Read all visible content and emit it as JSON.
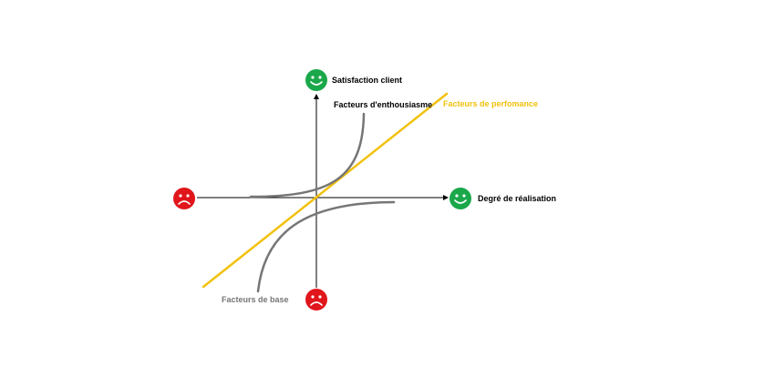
{
  "axes": {
    "y_label": "Satisfaction client",
    "x_label": "Degré de réalisation"
  },
  "curves": {
    "enthusiasm_label": "Facteurs d'enthousiasme",
    "performance_label": "Facteurs de perfomance",
    "basic_label": "Facteurs de base"
  },
  "icons": {
    "top": "smiley-happy-icon",
    "right": "smiley-happy-icon",
    "left": "smiley-sad-icon",
    "bottom": "smiley-sad-icon"
  },
  "colors": {
    "happy": "#1aa84a",
    "sad": "#e0161b",
    "performance": "#f2c10d",
    "curve": "#767676",
    "axis": "#000000",
    "label_dark": "#000000",
    "label_basic": "#767676"
  }
}
